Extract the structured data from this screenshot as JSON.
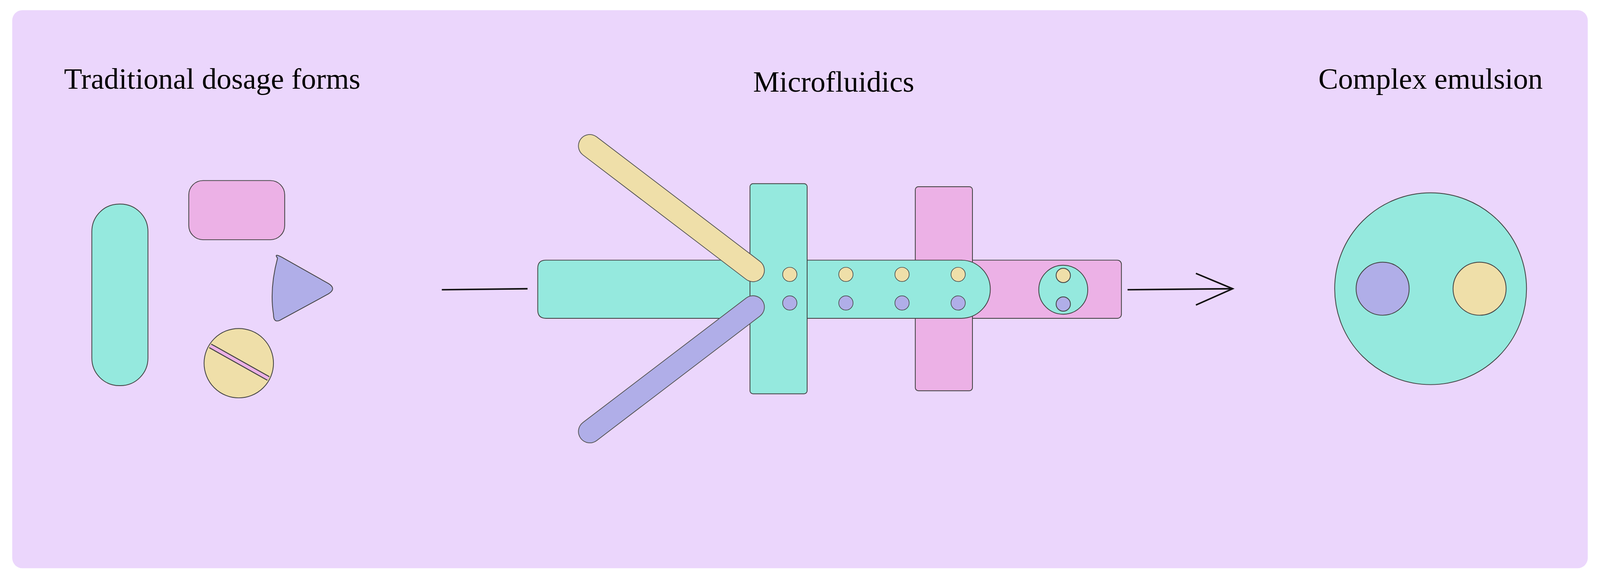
{
  "diagram": {
    "labels": [
      "Traditional dosage forms",
      "Microfluidics",
      "Complex emulsion"
    ]
  }
}
